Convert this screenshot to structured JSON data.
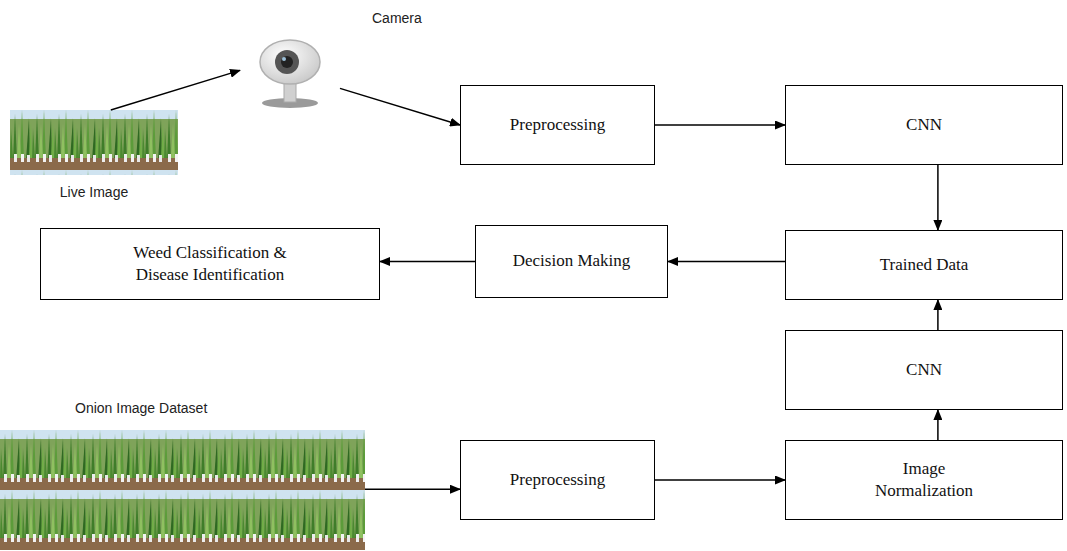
{
  "diagram": {
    "nodes": [
      {
        "text": [
          "Live Image"
        ]
      },
      {
        "text": [
          "Camera"
        ]
      },
      {
        "text": [
          "Preprocessing"
        ]
      },
      {
        "text": [
          "CNN"
        ]
      },
      {
        "text": [
          "Weed Classification & Disease Identification"
        ]
      },
      {
        "text": [
          "Decision Making"
        ]
      },
      {
        "text": [
          "Trained Data"
        ]
      },
      {
        "text": [
          "CNN"
        ]
      },
      {
        "text": [
          "Onion Image Dataset"
        ]
      },
      {
        "text": [
          "Preprocessing"
        ]
      },
      {
        "text": [
          "Image Normalization"
        ]
      }
    ],
    "edges": [
      {
        "from": 0,
        "to": 1,
        "arrow": "to"
      },
      {
        "from": 1,
        "to": 2,
        "arrow": "to"
      },
      {
        "from": 2,
        "to": 3,
        "arrow": "to"
      },
      {
        "from": 3,
        "to": 6,
        "arrow": "to"
      },
      {
        "from": 6,
        "to": 5,
        "arrow": "to"
      },
      {
        "from": 5,
        "to": 4,
        "arrow": "to"
      },
      {
        "from": 8,
        "to": 9,
        "arrow": "to"
      },
      {
        "from": 9,
        "to": 10,
        "arrow": "to"
      },
      {
        "from": 10,
        "to": 7,
        "arrow": "to"
      },
      {
        "from": 7,
        "to": 6,
        "arrow": "to"
      }
    ]
  }
}
